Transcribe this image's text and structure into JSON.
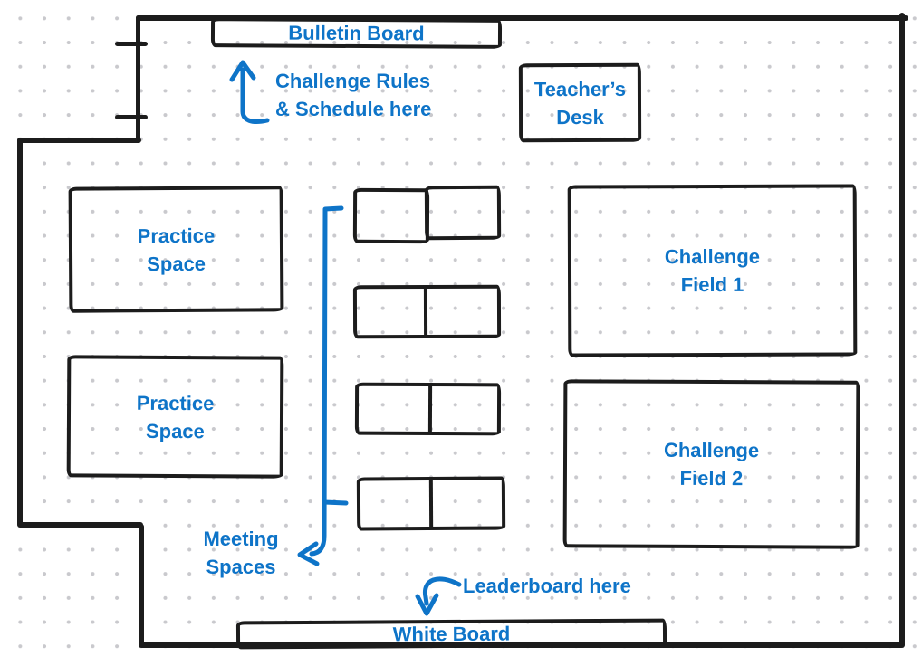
{
  "diagram_type": "classroom-floor-plan",
  "colors": {
    "annotation_blue": "#0E74C8",
    "wall_black": "#1C1C1C",
    "grid_dot": "#C9C9CD",
    "background": "#FFFFFF"
  },
  "rooms": {
    "bulletin_board": {
      "label": "Bulletin Board"
    },
    "teachers_desk": {
      "line1": "Teacher’s",
      "line2": "Desk"
    },
    "practice_space_1": {
      "line1": "Practice",
      "line2": "Space"
    },
    "practice_space_2": {
      "line1": "Practice",
      "line2": "Space"
    },
    "challenge_field_1": {
      "line1": "Challenge",
      "line2": "Field 1"
    },
    "challenge_field_2": {
      "line1": "Challenge",
      "line2": "Field 2"
    },
    "white_board": {
      "label": "White Board"
    }
  },
  "annotations": {
    "rules": {
      "line1": "Challenge Rules",
      "line2": "& Schedule here"
    },
    "meeting": {
      "line1": "Meeting",
      "line2": "Spaces"
    },
    "leaderboard": {
      "label": "Leaderboard here"
    }
  },
  "furniture": {
    "meeting_tables_count": 4
  }
}
